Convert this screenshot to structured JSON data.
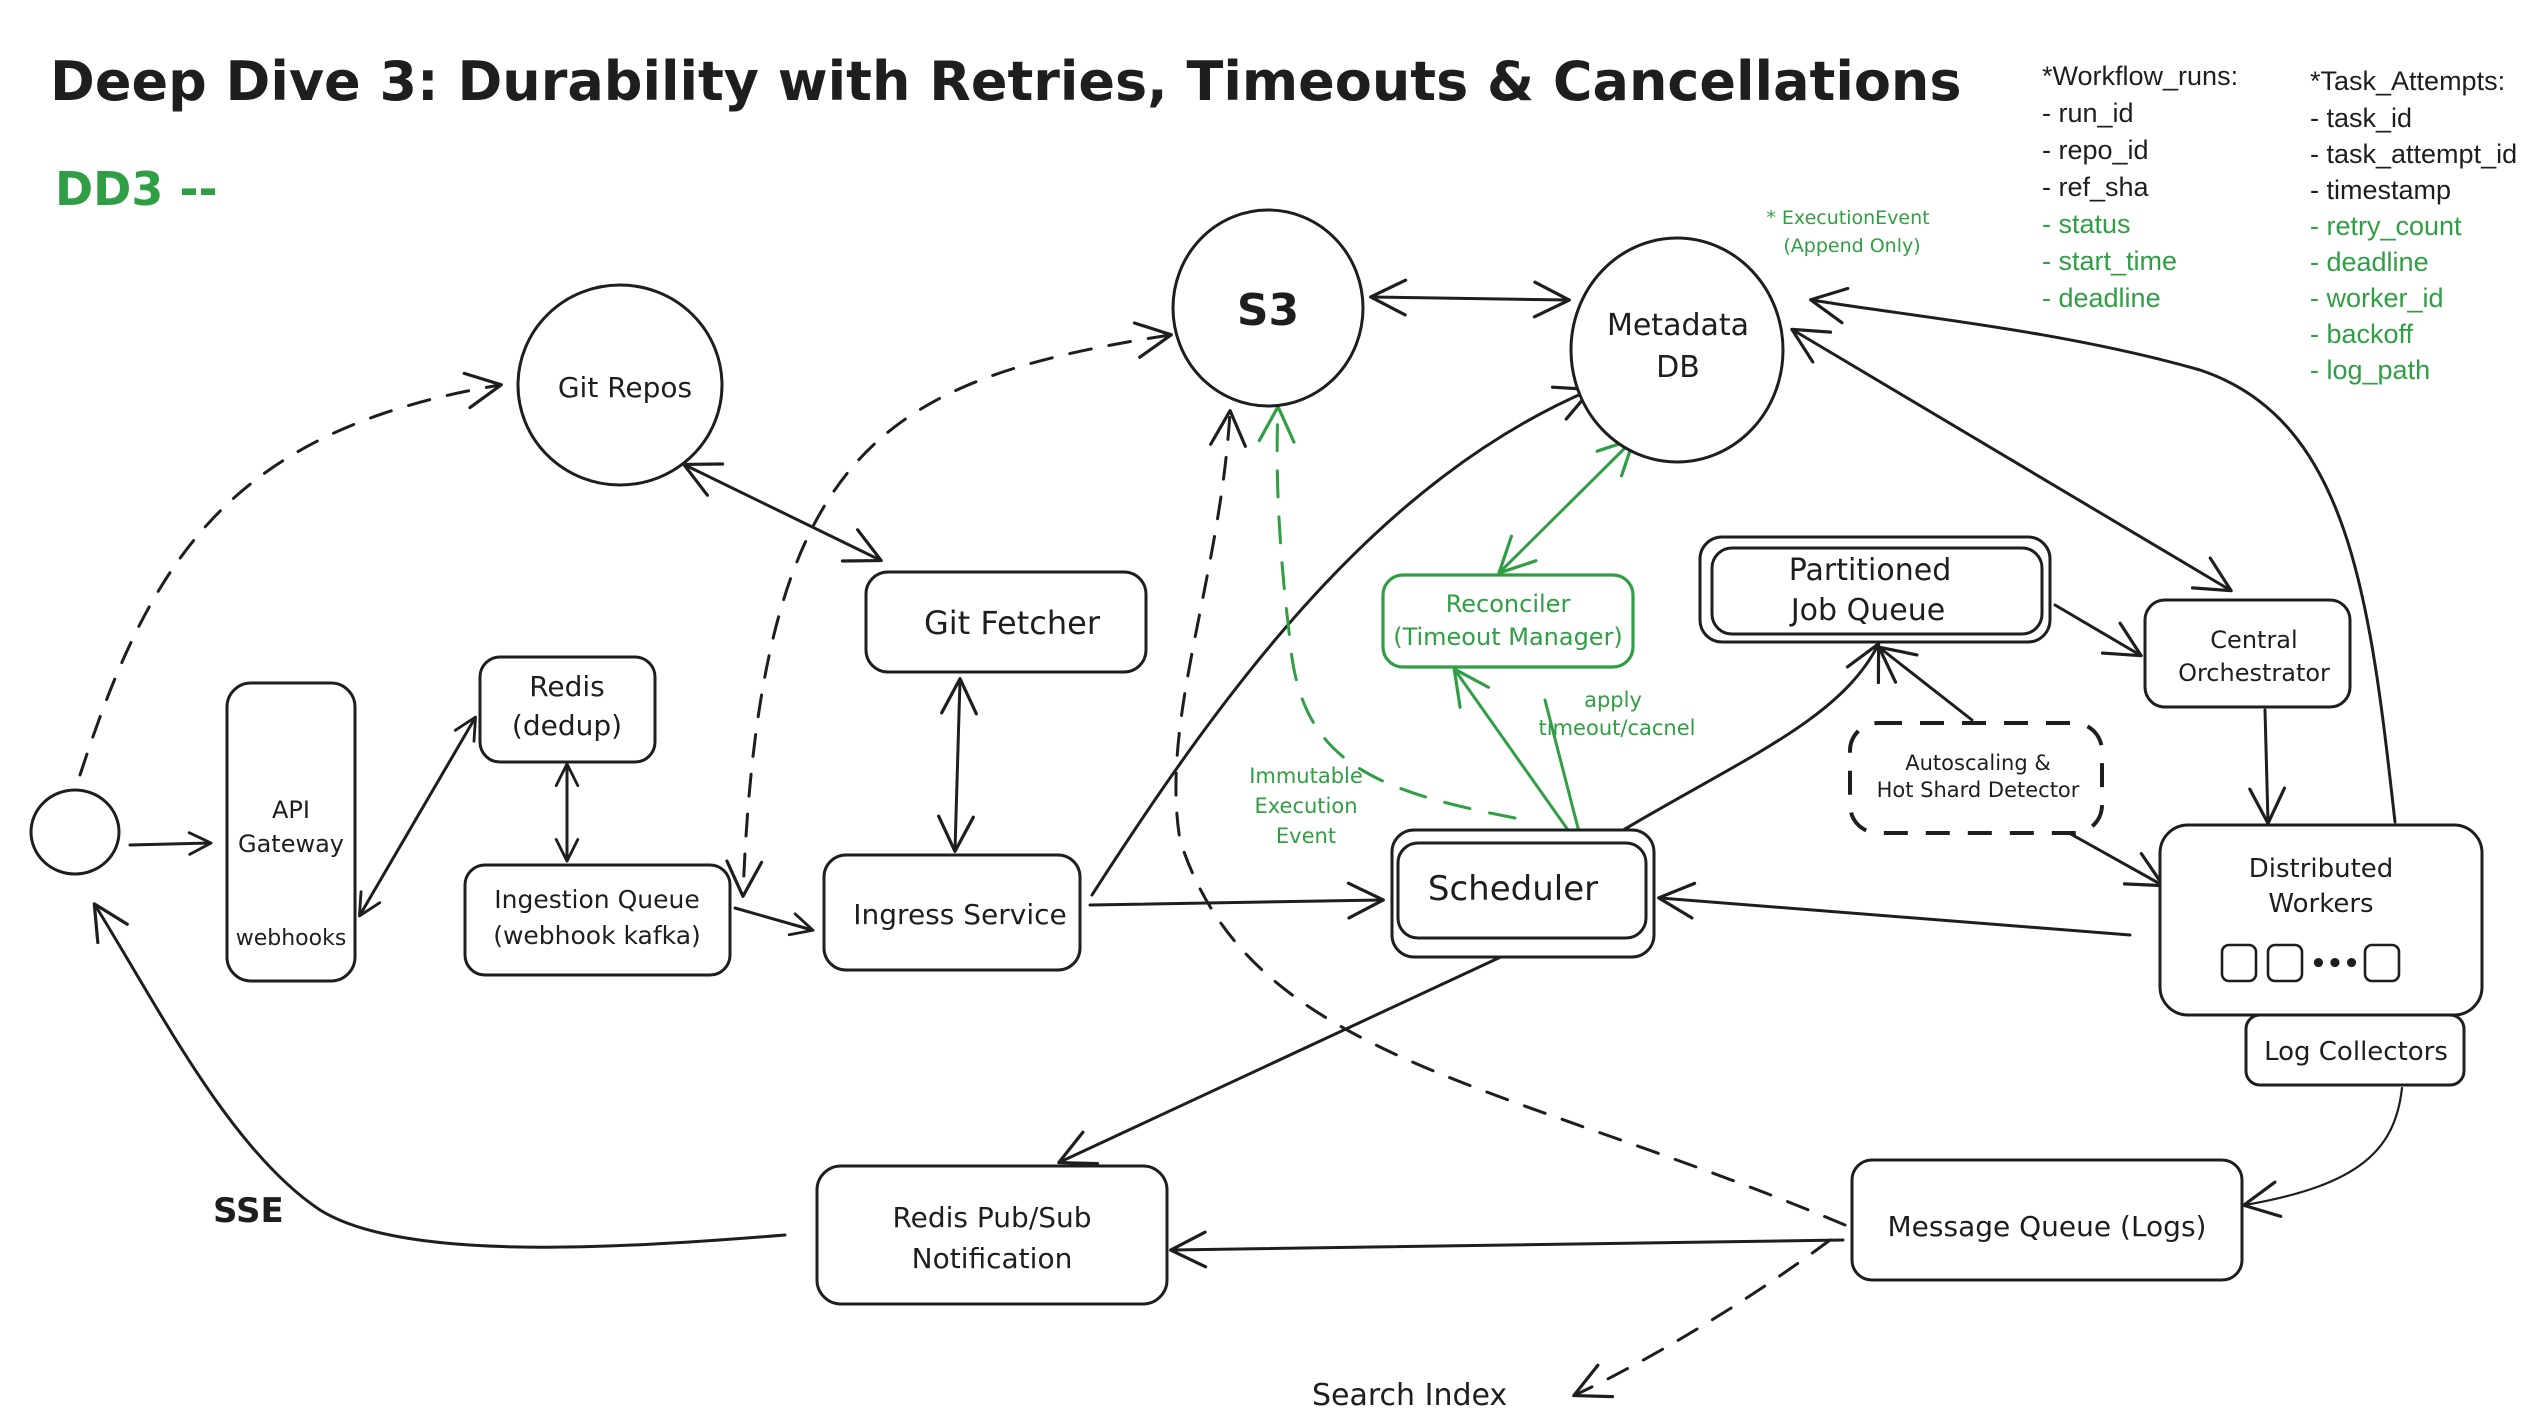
{
  "title": "Deep Dive 3: Durability with Retries, Timeouts & Cancellations",
  "subtitle": "DD3 --",
  "colors": {
    "ink": "#1e1e1e",
    "accent_green": "#2f9e44",
    "background": "#ffffff"
  },
  "nodes": {
    "client": {
      "label": "",
      "shape": "circle"
    },
    "api_gateway": {
      "line1": "API",
      "line2": "Gateway",
      "sublabel": "webhooks",
      "shape": "rounded-rect"
    },
    "redis_dedup": {
      "line1": "Redis",
      "line2": "(dedup)",
      "shape": "rounded-rect"
    },
    "ingestion_queue": {
      "line1": "Ingestion Queue",
      "line2": "(webhook kafka)",
      "shape": "rounded-rect"
    },
    "git_repos": {
      "label": "Git Repos",
      "shape": "circle"
    },
    "git_fetcher": {
      "label": "Git Fetcher",
      "shape": "rounded-rect"
    },
    "ingress_service": {
      "label": "Ingress Service",
      "shape": "rounded-rect"
    },
    "s3": {
      "label": "S3",
      "shape": "circle"
    },
    "metadata_db": {
      "line1": "Metadata",
      "line2": "DB",
      "shape": "ellipse"
    },
    "reconciler": {
      "line1": "Reconciler",
      "line2": "(Timeout Manager)",
      "shape": "rounded-rect",
      "color": "green"
    },
    "partitioned_job_queue": {
      "line1": "Partitioned",
      "line2": "Job Queue",
      "shape": "rounded-rect"
    },
    "central_orchestrator": {
      "line1": "Central",
      "line2": "Orchestrator",
      "shape": "rounded-rect"
    },
    "autoscaling": {
      "line1": "Autoscaling &",
      "line2": "Hot Shard Detector",
      "shape": "dashed-rounded-rect"
    },
    "scheduler": {
      "label": "Scheduler",
      "shape": "rounded-rect"
    },
    "distributed_workers": {
      "line1": "Distributed",
      "line2": "Workers",
      "worker_slots_label": "•••",
      "shape": "rounded-rect"
    },
    "log_collectors": {
      "label": "Log Collectors",
      "shape": "rounded-rect"
    },
    "redis_pubsub": {
      "line1": "Redis Pub/Sub",
      "line2": "Notification",
      "shape": "rounded-rect"
    },
    "message_queue": {
      "label": "Message Queue (Logs)",
      "shape": "rounded-rect"
    },
    "search_index": {
      "label": "Search Index",
      "shape": "text"
    }
  },
  "annotations": {
    "sse": "SSE",
    "execution_event_line1": "* ExecutionEvent",
    "execution_event_line2": "(Append Only)",
    "immutable_line1": "Immutable",
    "immutable_line2": "Execution",
    "immutable_line3": "Event",
    "apply_line1": "apply",
    "apply_line2": "timeout/cacnel"
  },
  "schemas": {
    "workflow_runs": {
      "title": "*Workflow_runs:",
      "fields": [
        {
          "name": "- run_id",
          "color": "black"
        },
        {
          "name": "- repo_id",
          "color": "black"
        },
        {
          "name": "- ref_sha",
          "color": "black"
        },
        {
          "name": "- status",
          "color": "green"
        },
        {
          "name": "- start_time",
          "color": "green"
        },
        {
          "name": "- deadline",
          "color": "green"
        }
      ]
    },
    "task_attempts": {
      "title": "*Task_Attempts:",
      "fields": [
        {
          "name": "- task_id",
          "color": "black"
        },
        {
          "name": "- task_attempt_id",
          "color": "black"
        },
        {
          "name": "- timestamp",
          "color": "black"
        },
        {
          "name": "- retry_count",
          "color": "green"
        },
        {
          "name": "- deadline",
          "color": "green"
        },
        {
          "name": "- worker_id",
          "color": "green"
        },
        {
          "name": "- backoff",
          "color": "green"
        },
        {
          "name": "- log_path",
          "color": "green"
        }
      ]
    }
  },
  "edges": [
    {
      "from": "client",
      "to": "api_gateway",
      "style": "solid",
      "direction": "forward"
    },
    {
      "from": "client",
      "to": "git_repos",
      "style": "dashed",
      "direction": "forward"
    },
    {
      "from": "api_gateway",
      "to": "redis_dedup",
      "style": "solid",
      "direction": "both"
    },
    {
      "from": "redis_dedup",
      "to": "ingestion_queue",
      "style": "solid",
      "direction": "both"
    },
    {
      "from": "ingestion_queue",
      "to": "ingress_service",
      "style": "solid",
      "direction": "forward"
    },
    {
      "from": "s3",
      "to": "ingestion_queue",
      "style": "dashed",
      "direction": "both"
    },
    {
      "from": "git_repos",
      "to": "git_fetcher",
      "style": "solid",
      "direction": "both"
    },
    {
      "from": "git_fetcher",
      "to": "ingress_service",
      "style": "solid",
      "direction": "both"
    },
    {
      "from": "ingress_service",
      "to": "scheduler",
      "style": "solid",
      "direction": "forward"
    },
    {
      "from": "ingress_service",
      "to": "metadata_db",
      "style": "solid",
      "direction": "forward"
    },
    {
      "from": "s3",
      "to": "metadata_db",
      "style": "solid",
      "direction": "both"
    },
    {
      "from": "message_queue",
      "to": "s3",
      "style": "dashed",
      "direction": "forward"
    },
    {
      "from": "scheduler",
      "to": "s3",
      "style": "dashed",
      "direction": "forward",
      "color": "green",
      "label": "Immutable Execution Event"
    },
    {
      "from": "reconciler",
      "to": "metadata_db",
      "style": "solid",
      "direction": "both",
      "color": "green"
    },
    {
      "from": "scheduler",
      "to": "reconciler",
      "style": "solid",
      "direction": "forward",
      "color": "green",
      "label": "apply timeout/cacnel"
    },
    {
      "from": "scheduler",
      "to": "partitioned_job_queue",
      "style": "solid",
      "direction": "forward"
    },
    {
      "from": "autoscaling",
      "to": "partitioned_job_queue",
      "style": "solid",
      "direction": "forward"
    },
    {
      "from": "partitioned_job_queue",
      "to": "central_orchestrator",
      "style": "solid",
      "direction": "forward"
    },
    {
      "from": "metadata_db",
      "to": "central_orchestrator",
      "style": "solid",
      "direction": "both"
    },
    {
      "from": "central_orchestrator",
      "to": "distributed_workers",
      "style": "solid",
      "direction": "forward"
    },
    {
      "from": "autoscaling",
      "to": "distributed_workers",
      "style": "solid",
      "direction": "forward"
    },
    {
      "from": "distributed_workers",
      "to": "metadata_db",
      "style": "solid",
      "direction": "forward"
    },
    {
      "from": "distributed_workers",
      "to": "scheduler",
      "style": "solid",
      "direction": "forward"
    },
    {
      "from": "log_collectors",
      "to": "message_queue",
      "style": "solid",
      "direction": "forward"
    },
    {
      "from": "scheduler",
      "to": "redis_pubsub",
      "style": "solid",
      "direction": "forward"
    },
    {
      "from": "message_queue",
      "to": "redis_pubsub",
      "style": "solid",
      "direction": "forward"
    },
    {
      "from": "message_queue",
      "to": "search_index",
      "style": "dashed",
      "direction": "forward"
    },
    {
      "from": "redis_pubsub",
      "to": "client",
      "style": "solid",
      "direction": "forward",
      "label": "SSE"
    }
  ]
}
